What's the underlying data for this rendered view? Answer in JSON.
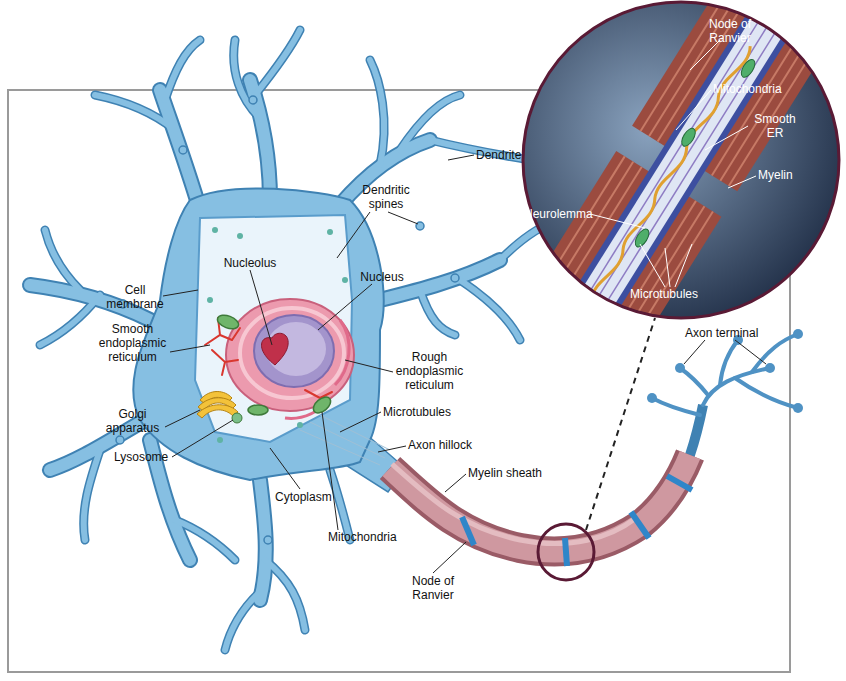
{
  "diagram": {
    "labels": [
      "Node of Ranvier",
      "Mitochondria",
      "Smooth ER",
      "Myelin",
      "Dendrite",
      "Dendritic spines",
      "Neurolemma",
      "Nucleolus",
      "Nucleus",
      "Microtubules",
      "Cell membrane",
      "Smooth endoplasmic reticulum",
      "Axon terminal",
      "Rough endoplasmic reticulum",
      "Microtubules",
      "Golgi apparatus",
      "Axon hillock",
      "Lysosome",
      "Myelin sheath",
      "Cytoplasm",
      "Mitochondria",
      "Node of Ranvier"
    ]
  }
}
